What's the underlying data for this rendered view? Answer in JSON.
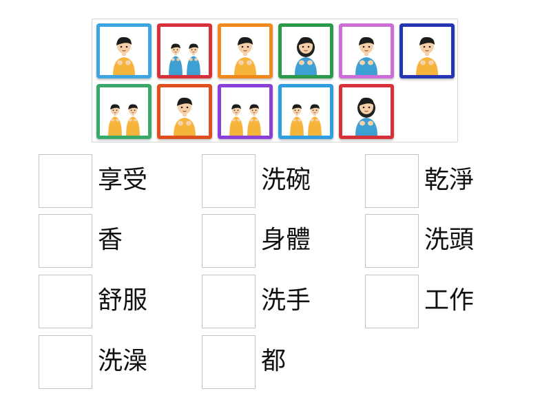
{
  "tiles": [
    {
      "icon": "child-hand-to-mouth-icon",
      "border": "#3fa4e2",
      "people": 1,
      "skin": "#f6d1aa",
      "shirt": "#f5b53d",
      "hair": "short"
    },
    {
      "icon": "two-children-icon",
      "border": "#d7323b",
      "people": 2,
      "skin": "#f6d1aa",
      "shirt": "#3e9fd3",
      "hair": "short"
    },
    {
      "icon": "child-hand-to-chest-icon",
      "border": "#f08a1e",
      "people": 1,
      "skin": "#f6d1aa",
      "shirt": "#f5b53d",
      "hair": "short"
    },
    {
      "icon": "woman-touching-chest-icon",
      "border": "#2b9a4a",
      "people": 1,
      "skin": "#f6d1aa",
      "shirt": "#3e9fd3",
      "hair": "long"
    },
    {
      "icon": "child-washing-hands-icon",
      "border": "#cb6fd6",
      "people": 1,
      "skin": "#f6d1aa",
      "shirt": "#3e9fd3",
      "hair": "short"
    },
    {
      "icon": "child-arms-crossed-icon",
      "border": "#2436b0",
      "people": 1,
      "skin": "#f6d1aa",
      "shirt": "#f5b53d",
      "hair": "short"
    },
    {
      "icon": "two-children-yellow-icon",
      "border": "#3aa86b",
      "people": 2,
      "skin": "#f6d1aa",
      "shirt": "#f5b53d",
      "hair": "short"
    },
    {
      "icon": "child-scratching-arm-icon",
      "border": "#e0501e",
      "people": 1,
      "skin": "#f6d1aa",
      "shirt": "#f5b53d",
      "hair": "short"
    },
    {
      "icon": "two-children-purple-icon",
      "border": "#8a3fd6",
      "people": 2,
      "skin": "#f6d1aa",
      "shirt": "#f5b53d",
      "hair": "short"
    },
    {
      "icon": "two-children-rubbing-hands-icon",
      "border": "#2f9ee0",
      "people": 2,
      "skin": "#f6d1aa",
      "shirt": "#f5b53d",
      "hair": "short"
    },
    {
      "icon": "girl-washing-hair-icon",
      "border": "#d7323b",
      "people": 1,
      "skin": "#f6d1aa",
      "shirt": "#3e9fd3",
      "hair": "long"
    }
  ],
  "words": [
    [
      "享受",
      "洗碗",
      "乾淨"
    ],
    [
      "香",
      "身體",
      "洗頭"
    ],
    [
      "舒服",
      "洗手",
      "工作"
    ],
    [
      "洗澡",
      "都",
      null
    ]
  ]
}
